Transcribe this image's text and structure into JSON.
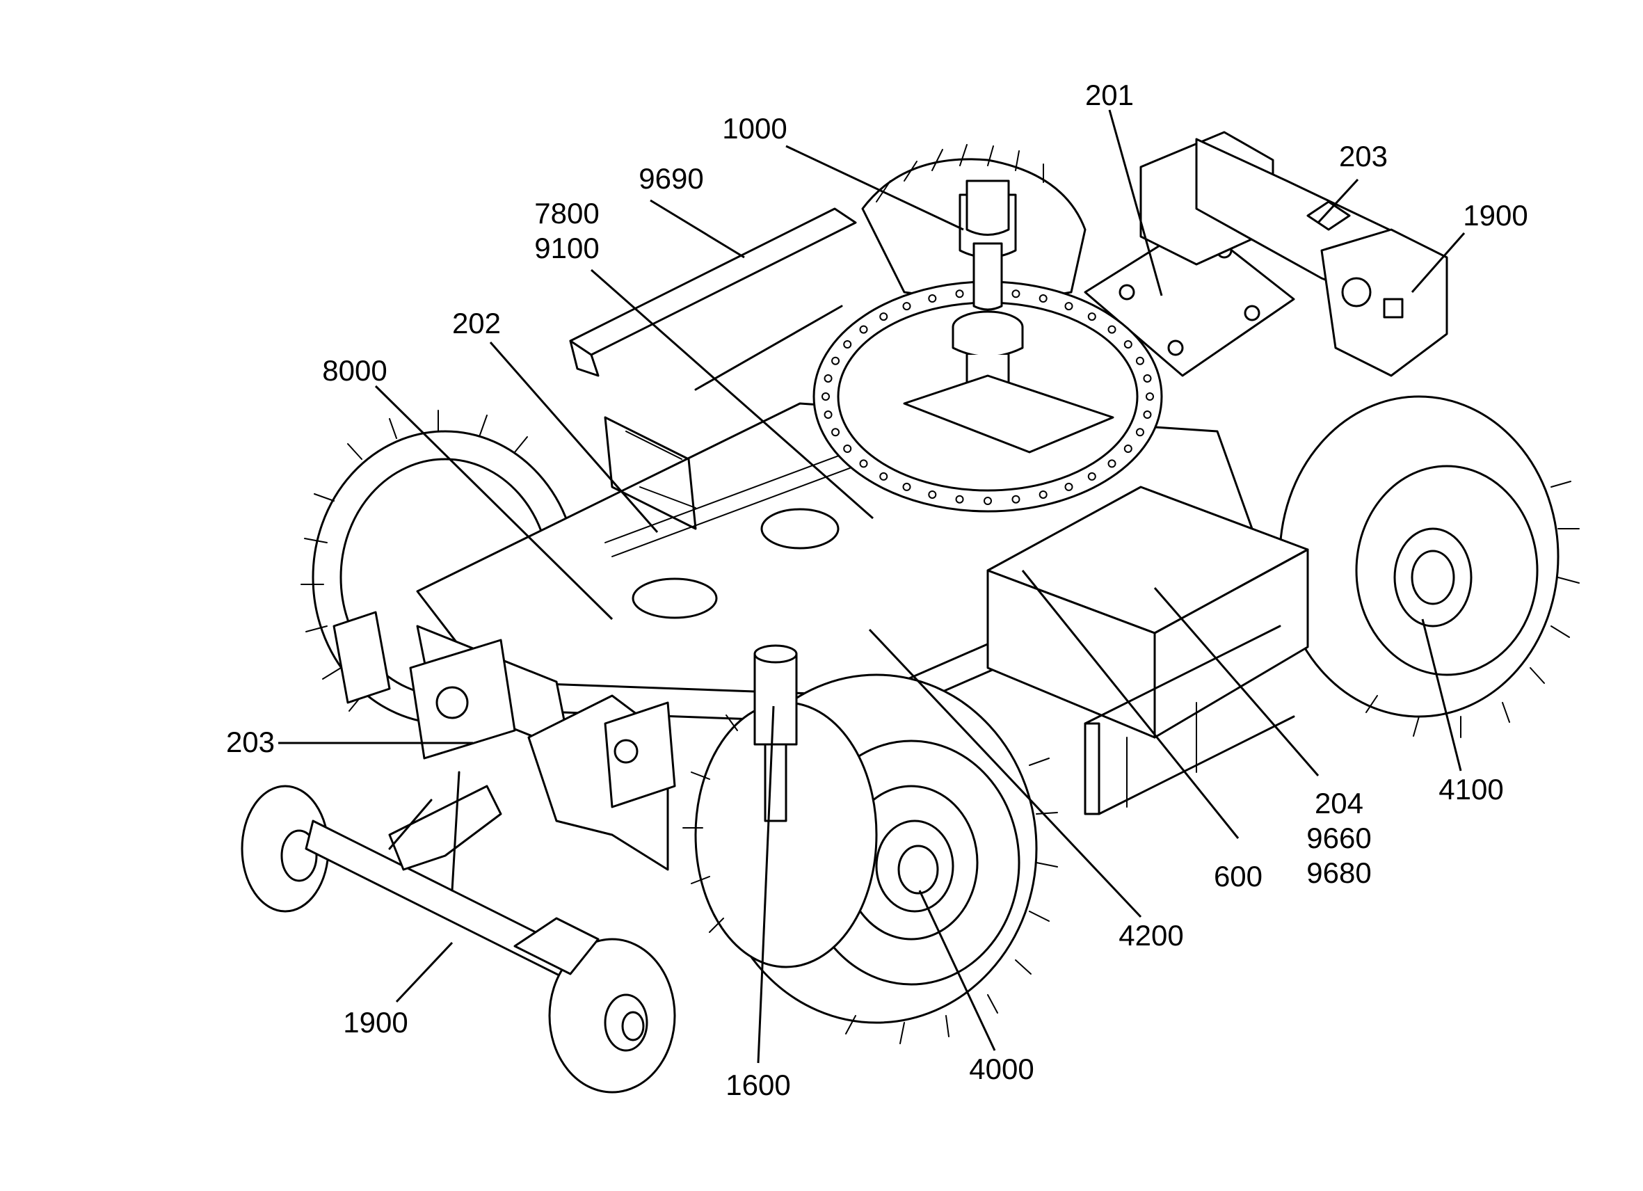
{
  "labels": {
    "l1000": "1000",
    "l201": "201",
    "l203_top": "203",
    "l1900_top": "1900",
    "l9690": "9690",
    "l7800": "7800",
    "l9100": "9100",
    "l202": "202",
    "l8000": "8000",
    "l203_left": "203",
    "l204": "204",
    "l9660": "9660",
    "l9680": "9680",
    "l4100": "4100",
    "l600": "600",
    "l4200": "4200",
    "l1900_bottom": "1900",
    "l1600": "1600",
    "l4000": "4000"
  }
}
